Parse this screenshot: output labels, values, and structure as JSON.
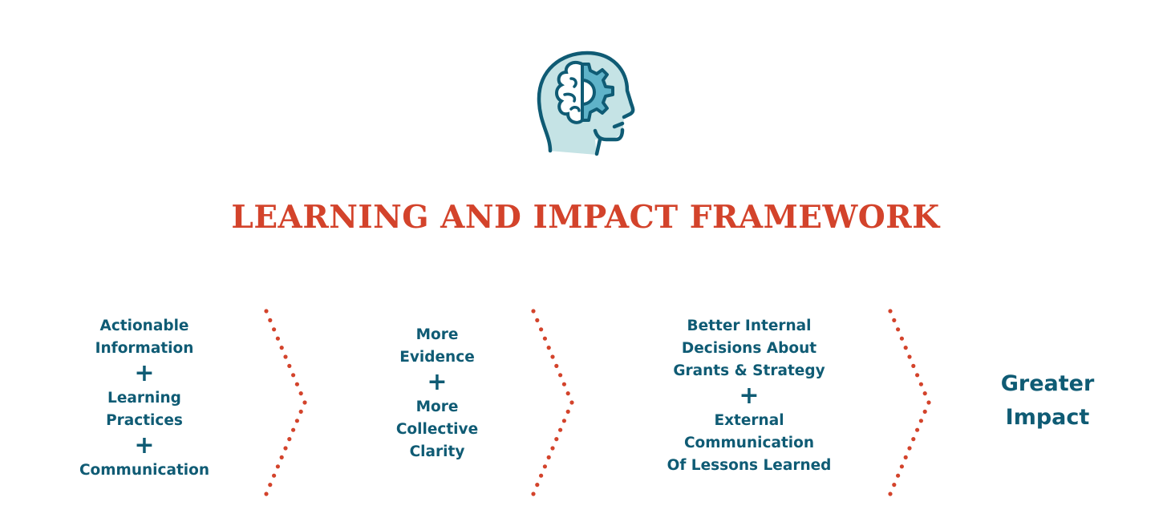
{
  "title": "LEARNING AND IMPACT FRAMEWORK",
  "icon": "head-brain-gear-icon",
  "colors": {
    "title": "#d3432b",
    "text": "#0f5b74",
    "dots": "#d3432b",
    "head_fill": "#c5e3e5",
    "gear": "#5fb3c9"
  },
  "steps": [
    {
      "lines": [
        "Actionable",
        "Information",
        "+",
        "Learning",
        "Practices",
        "+",
        "Communication"
      ]
    },
    {
      "lines": [
        "More",
        "Evidence",
        "+",
        "More",
        "Collective",
        "Clarity"
      ]
    },
    {
      "lines": [
        "Better Internal",
        "Decisions About",
        "Grants & Strategy",
        "+",
        "External",
        "Communication",
        "Of Lessons Learned"
      ]
    },
    {
      "lines": [
        "Greater",
        "Impact"
      ]
    }
  ]
}
